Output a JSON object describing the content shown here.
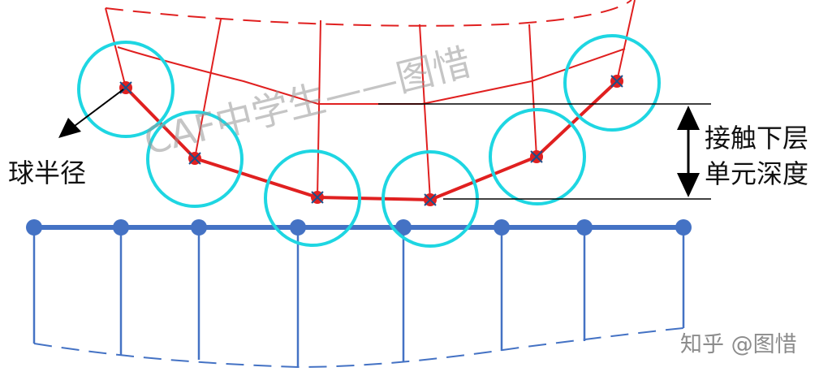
{
  "labels": {
    "ball_radius": "球半径",
    "contact_depth_line1": "接触下层",
    "contact_depth_line2": "单元深度"
  },
  "watermark": "CAF中学生——图惜",
  "credit": "知乎 @图惜",
  "colors": {
    "upper_mesh": "#e02020",
    "lower_mesh": "#4472c4",
    "contact_circle": "#1ed6e2",
    "node_fill": "#e02020",
    "node_mark": "#1b4f8a",
    "annotation": "#000000"
  },
  "icons": {
    "arrow": "black-arrowhead",
    "node_marker": "x-cross-marker"
  }
}
